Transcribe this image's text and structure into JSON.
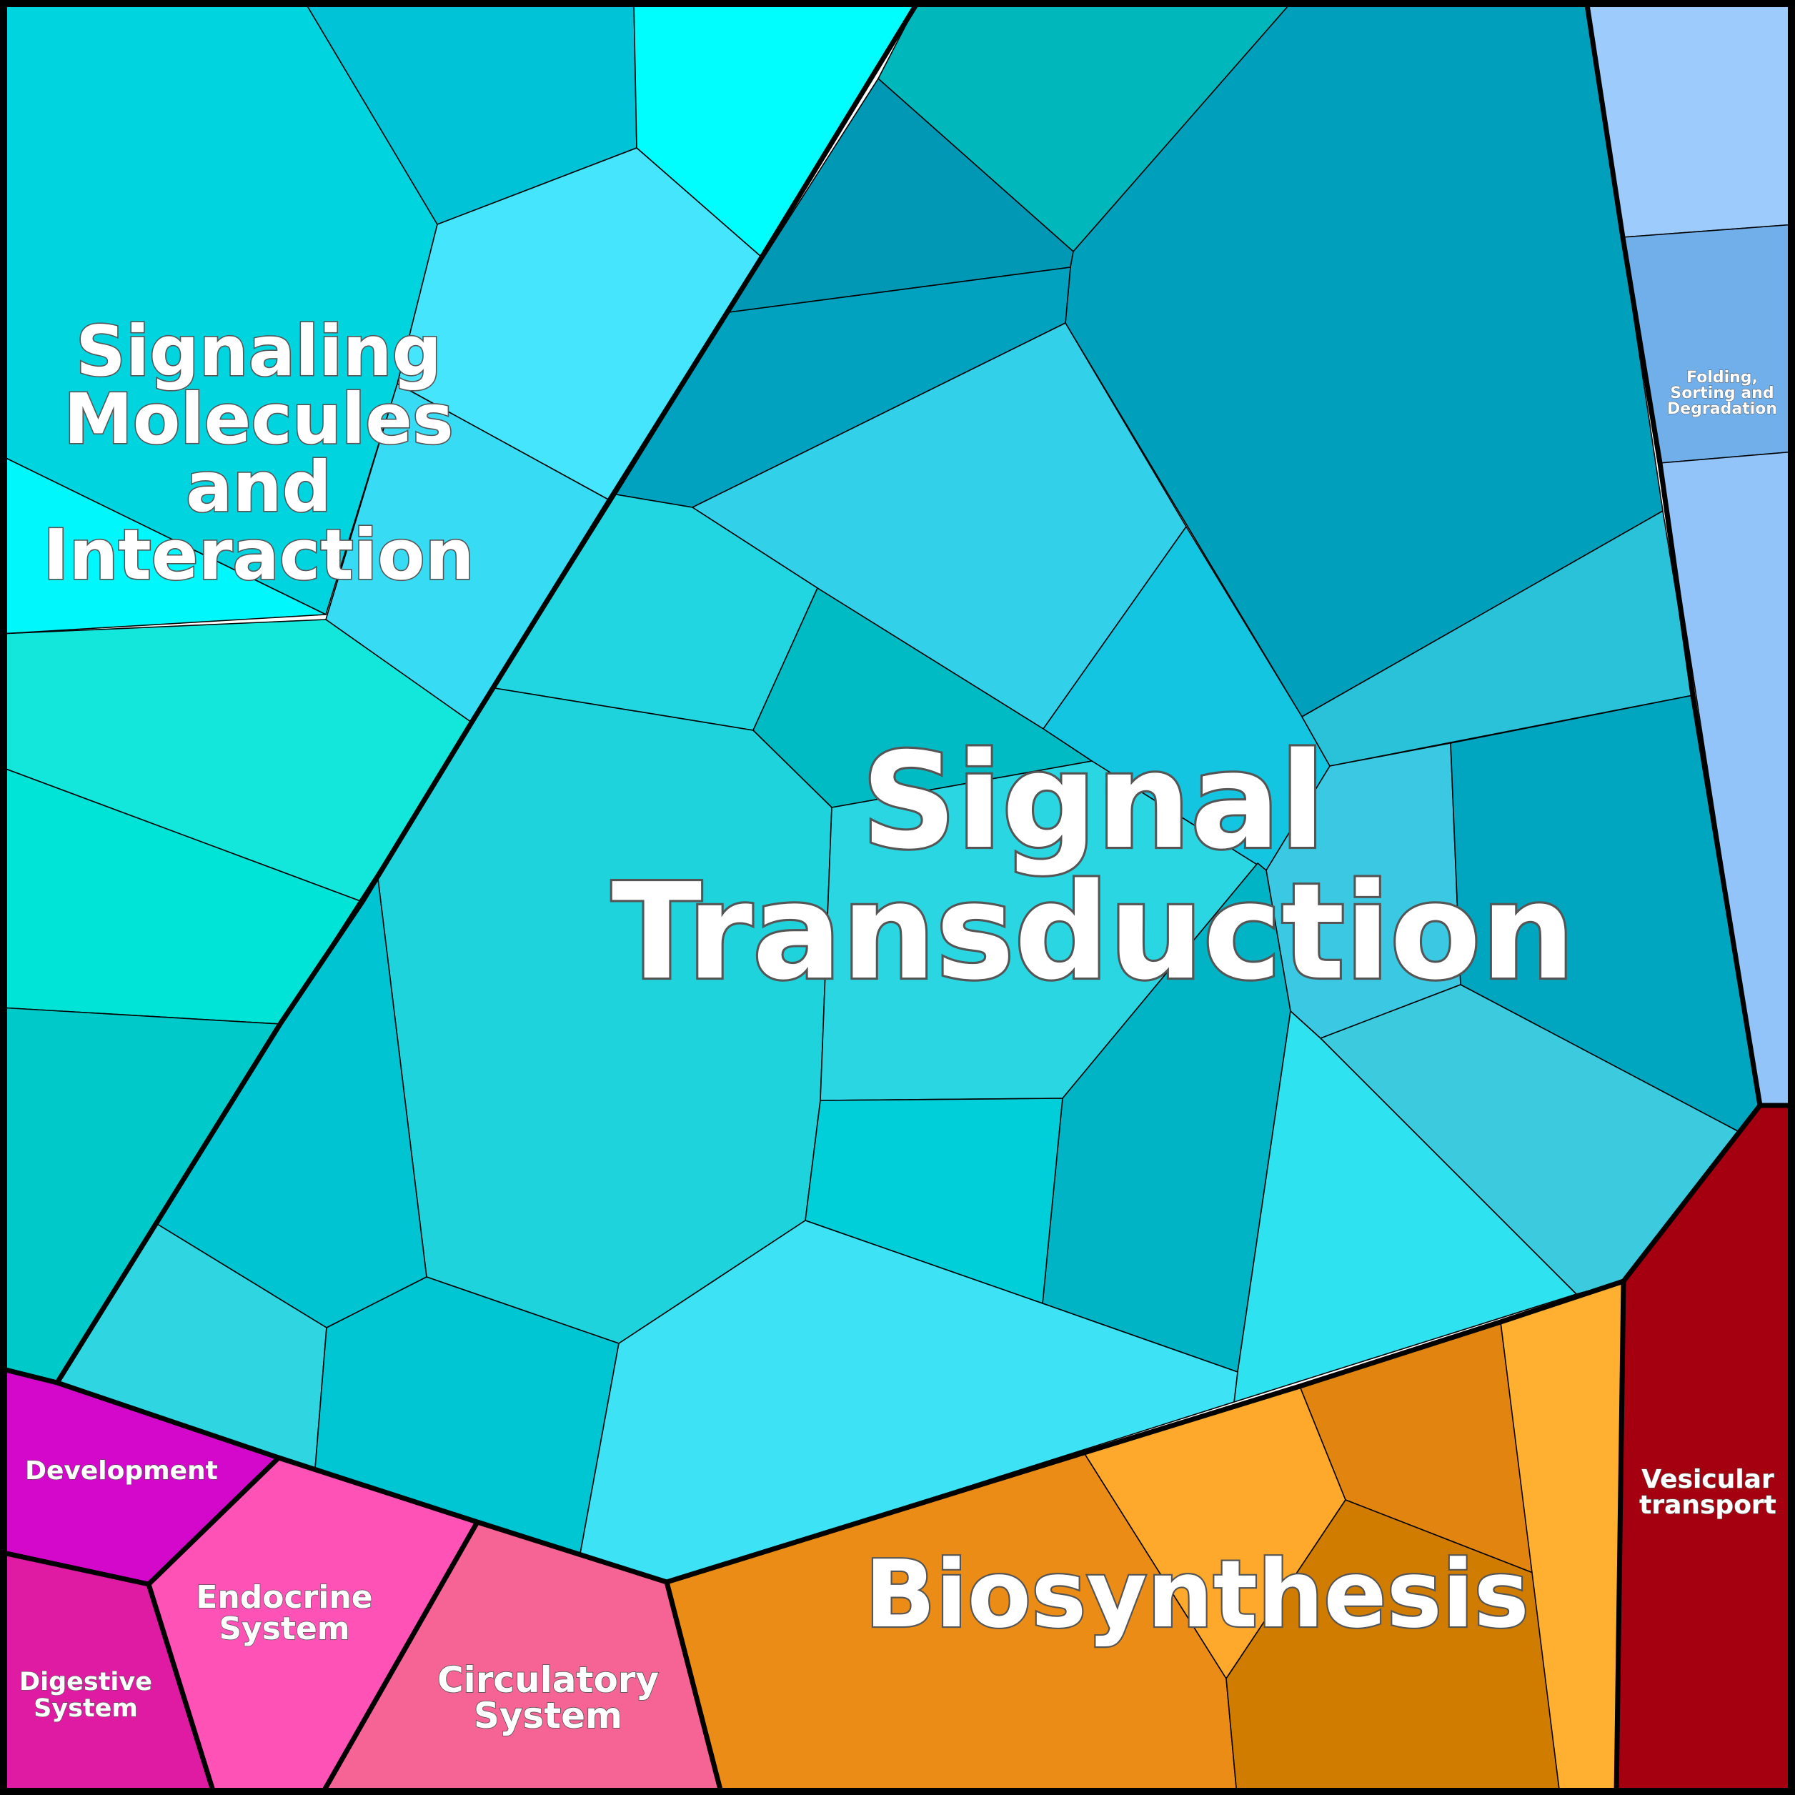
{
  "diagram": {
    "type": "voronoi-treemap",
    "labels": {
      "signal_transduction": [
        "Signal",
        "Transduction"
      ],
      "signaling_molecules": [
        "Signaling",
        "Molecules",
        "and",
        "Interaction"
      ],
      "folding": [
        "Folding,",
        "Sorting and",
        "Degradation"
      ],
      "vesicular": [
        "Vesicular",
        "transport"
      ],
      "development": [
        "Development"
      ],
      "endocrine": [
        "Endocrine",
        "System"
      ],
      "digestive": [
        "Digestive",
        "System"
      ],
      "circulatory": [
        "Circulatory",
        "System"
      ],
      "biosynthesis": [
        "Biosynthesis"
      ]
    },
    "colors": {
      "signal_transduction": "#1fd3dc",
      "signaling_molecules": "#00c6d8",
      "folding": "#92c4fa",
      "vesicular": "#a5000f",
      "development": "#d308cb",
      "endocrine": "#ff52b7",
      "digestive": "#e01ba3",
      "circulatory": "#f66495",
      "biosynthesis": "#ea8c16"
    }
  }
}
